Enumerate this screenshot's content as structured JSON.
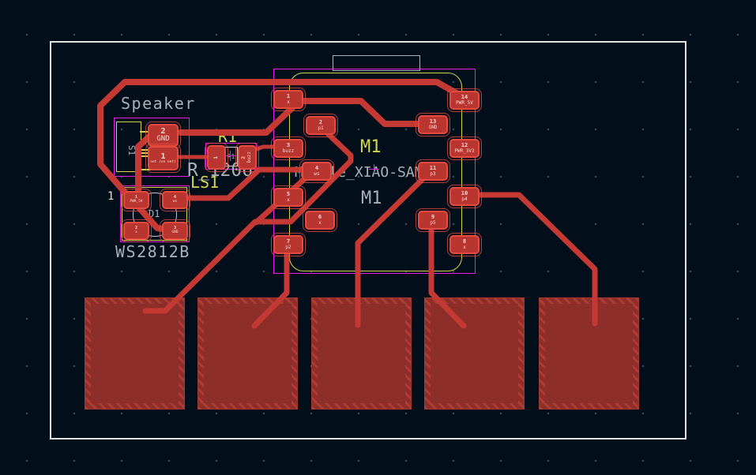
{
  "editor": {
    "background_color": "#030e1b",
    "grid_dot_color": "#33485b",
    "board_outline_color": "#dfe3e6",
    "copper_trace_color": "#c43933",
    "pad_fill_color": "#b93530",
    "pad_border_color": "#e8493f",
    "zone_fill_color": "#8e2e2b",
    "zone_hatch_color": "#ad3c34",
    "silkscreen_color": "#d4d54e",
    "fab_text_color": "#a9b1b7",
    "courtyard_color": "#e81ee8"
  },
  "speaker": {
    "value_label": "Speaker",
    "reference_label": "LS1",
    "rotated_label": "S1",
    "pads": [
      {
        "number": "2",
        "net": "GND"
      },
      {
        "number": "1",
        "net": "net (no net)"
      }
    ]
  },
  "resistor": {
    "silk_reference": "R1",
    "fab_reference": "R1",
    "footprint_label": "R_1206",
    "pads": [
      {
        "number": "1",
        "net": ""
      },
      {
        "number": "2",
        "net": "buzz"
      }
    ]
  },
  "module": {
    "silk_reference": "M1",
    "value_label": "Module_XIAO-SAMD21",
    "fab_reference": "M1",
    "pads": [
      {
        "number": "1",
        "net": "x"
      },
      {
        "number": "2",
        "net": "p1"
      },
      {
        "number": "3",
        "net": "buzz"
      },
      {
        "number": "4",
        "net": "ws"
      },
      {
        "number": "5",
        "net": "x"
      },
      {
        "number": "6",
        "net": "x"
      },
      {
        "number": "7",
        "net": "p2"
      },
      {
        "number": "8",
        "net": "x"
      },
      {
        "number": "9",
        "net": "p5"
      },
      {
        "number": "10",
        "net": "p4"
      },
      {
        "number": "11",
        "net": "p3"
      },
      {
        "number": "12",
        "net": "PWR_3V3"
      },
      {
        "number": "13",
        "net": "GND"
      },
      {
        "number": "14",
        "net": "PWR_5V"
      }
    ]
  },
  "led": {
    "fab_reference": "D1",
    "value_label": "WS2812B",
    "pin1_marker": "1",
    "pads": [
      {
        "number": "1",
        "net": "PWR_5V"
      },
      {
        "number": "4",
        "net": "ws"
      },
      {
        "number": "2",
        "net": "x"
      },
      {
        "number": "3",
        "net": "GND"
      }
    ]
  },
  "touch_zones": {
    "count": 5
  }
}
